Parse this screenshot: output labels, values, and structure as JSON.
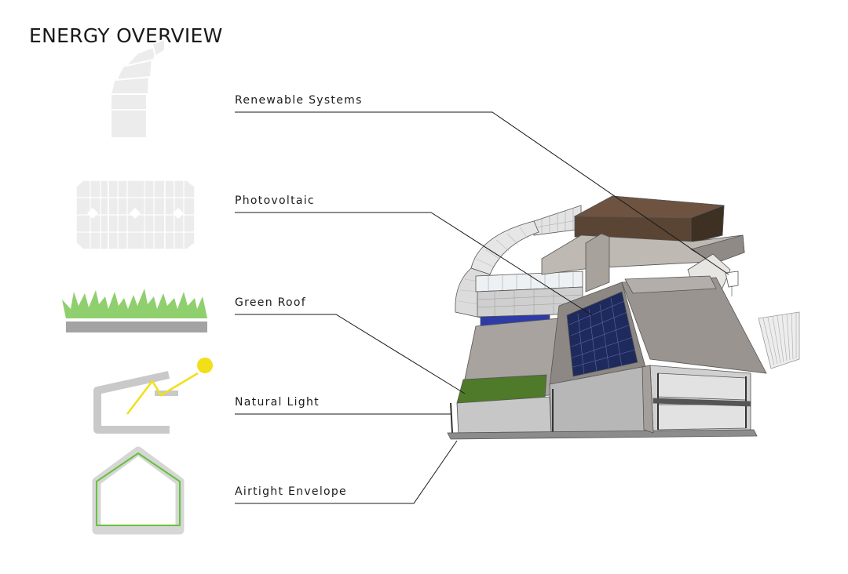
{
  "title": "ENERGY OVERVIEW",
  "features": [
    {
      "label": "Renewable Systems",
      "icon": "wind-turbine-icon"
    },
    {
      "label": "Photovoltaic",
      "icon": "solar-panel-icon"
    },
    {
      "label": "Green Roof",
      "icon": "green-roof-icon"
    },
    {
      "label": "Natural Light",
      "icon": "skylight-sun-icon"
    },
    {
      "label": "Airtight Envelope",
      "icon": "house-envelope-icon"
    }
  ],
  "colors": {
    "text": "#1a1a1a",
    "icon_gray": "#d0d0d0",
    "green": "#8fcf6e",
    "sun": "#f2df1a",
    "leader_line": "#1a1a1a"
  }
}
